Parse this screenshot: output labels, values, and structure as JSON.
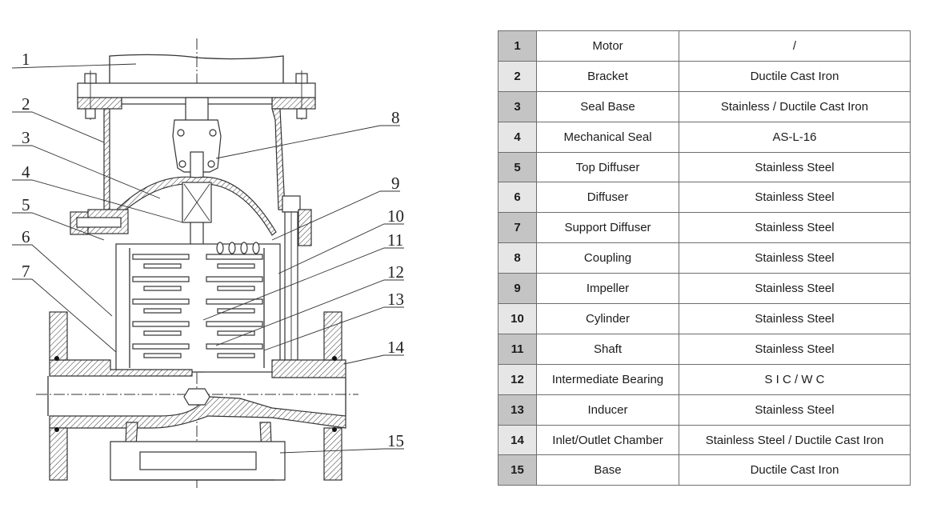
{
  "diagram": {
    "title": "Vertical multistage centrifugal pump cross-section",
    "callouts": [
      "1",
      "2",
      "3",
      "4",
      "5",
      "6",
      "7",
      "8",
      "9",
      "10",
      "11",
      "12",
      "13",
      "14",
      "15"
    ]
  },
  "parts_table": {
    "rows": [
      {
        "no": "1",
        "name": "Motor",
        "material": "/"
      },
      {
        "no": "2",
        "name": "Bracket",
        "material": "Ductile Cast Iron"
      },
      {
        "no": "3",
        "name": "Seal Base",
        "material": "Stainless / Ductile Cast Iron"
      },
      {
        "no": "4",
        "name": "Mechanical Seal",
        "material": "AS-L-16"
      },
      {
        "no": "5",
        "name": "Top Diffuser",
        "material": "Stainless Steel"
      },
      {
        "no": "6",
        "name": "Diffuser",
        "material": "Stainless Steel"
      },
      {
        "no": "7",
        "name": "Support Diffuser",
        "material": "Stainless Steel"
      },
      {
        "no": "8",
        "name": "Coupling",
        "material": "Stainless Steel"
      },
      {
        "no": "9",
        "name": "Impeller",
        "material": "Stainless Steel"
      },
      {
        "no": "10",
        "name": "Cylinder",
        "material": "Stainless Steel"
      },
      {
        "no": "11",
        "name": "Shaft",
        "material": "Stainless Steel"
      },
      {
        "no": "12",
        "name": "Intermediate Bearing",
        "material": "S I C  /  W C"
      },
      {
        "no": "13",
        "name": "Inducer",
        "material": "Stainless Steel"
      },
      {
        "no": "14",
        "name": "Inlet/Outlet Chamber",
        "material": "Stainless Steel / Ductile Cast Iron"
      },
      {
        "no": "15",
        "name": "Base",
        "material": "Ductile Cast Iron"
      }
    ]
  }
}
